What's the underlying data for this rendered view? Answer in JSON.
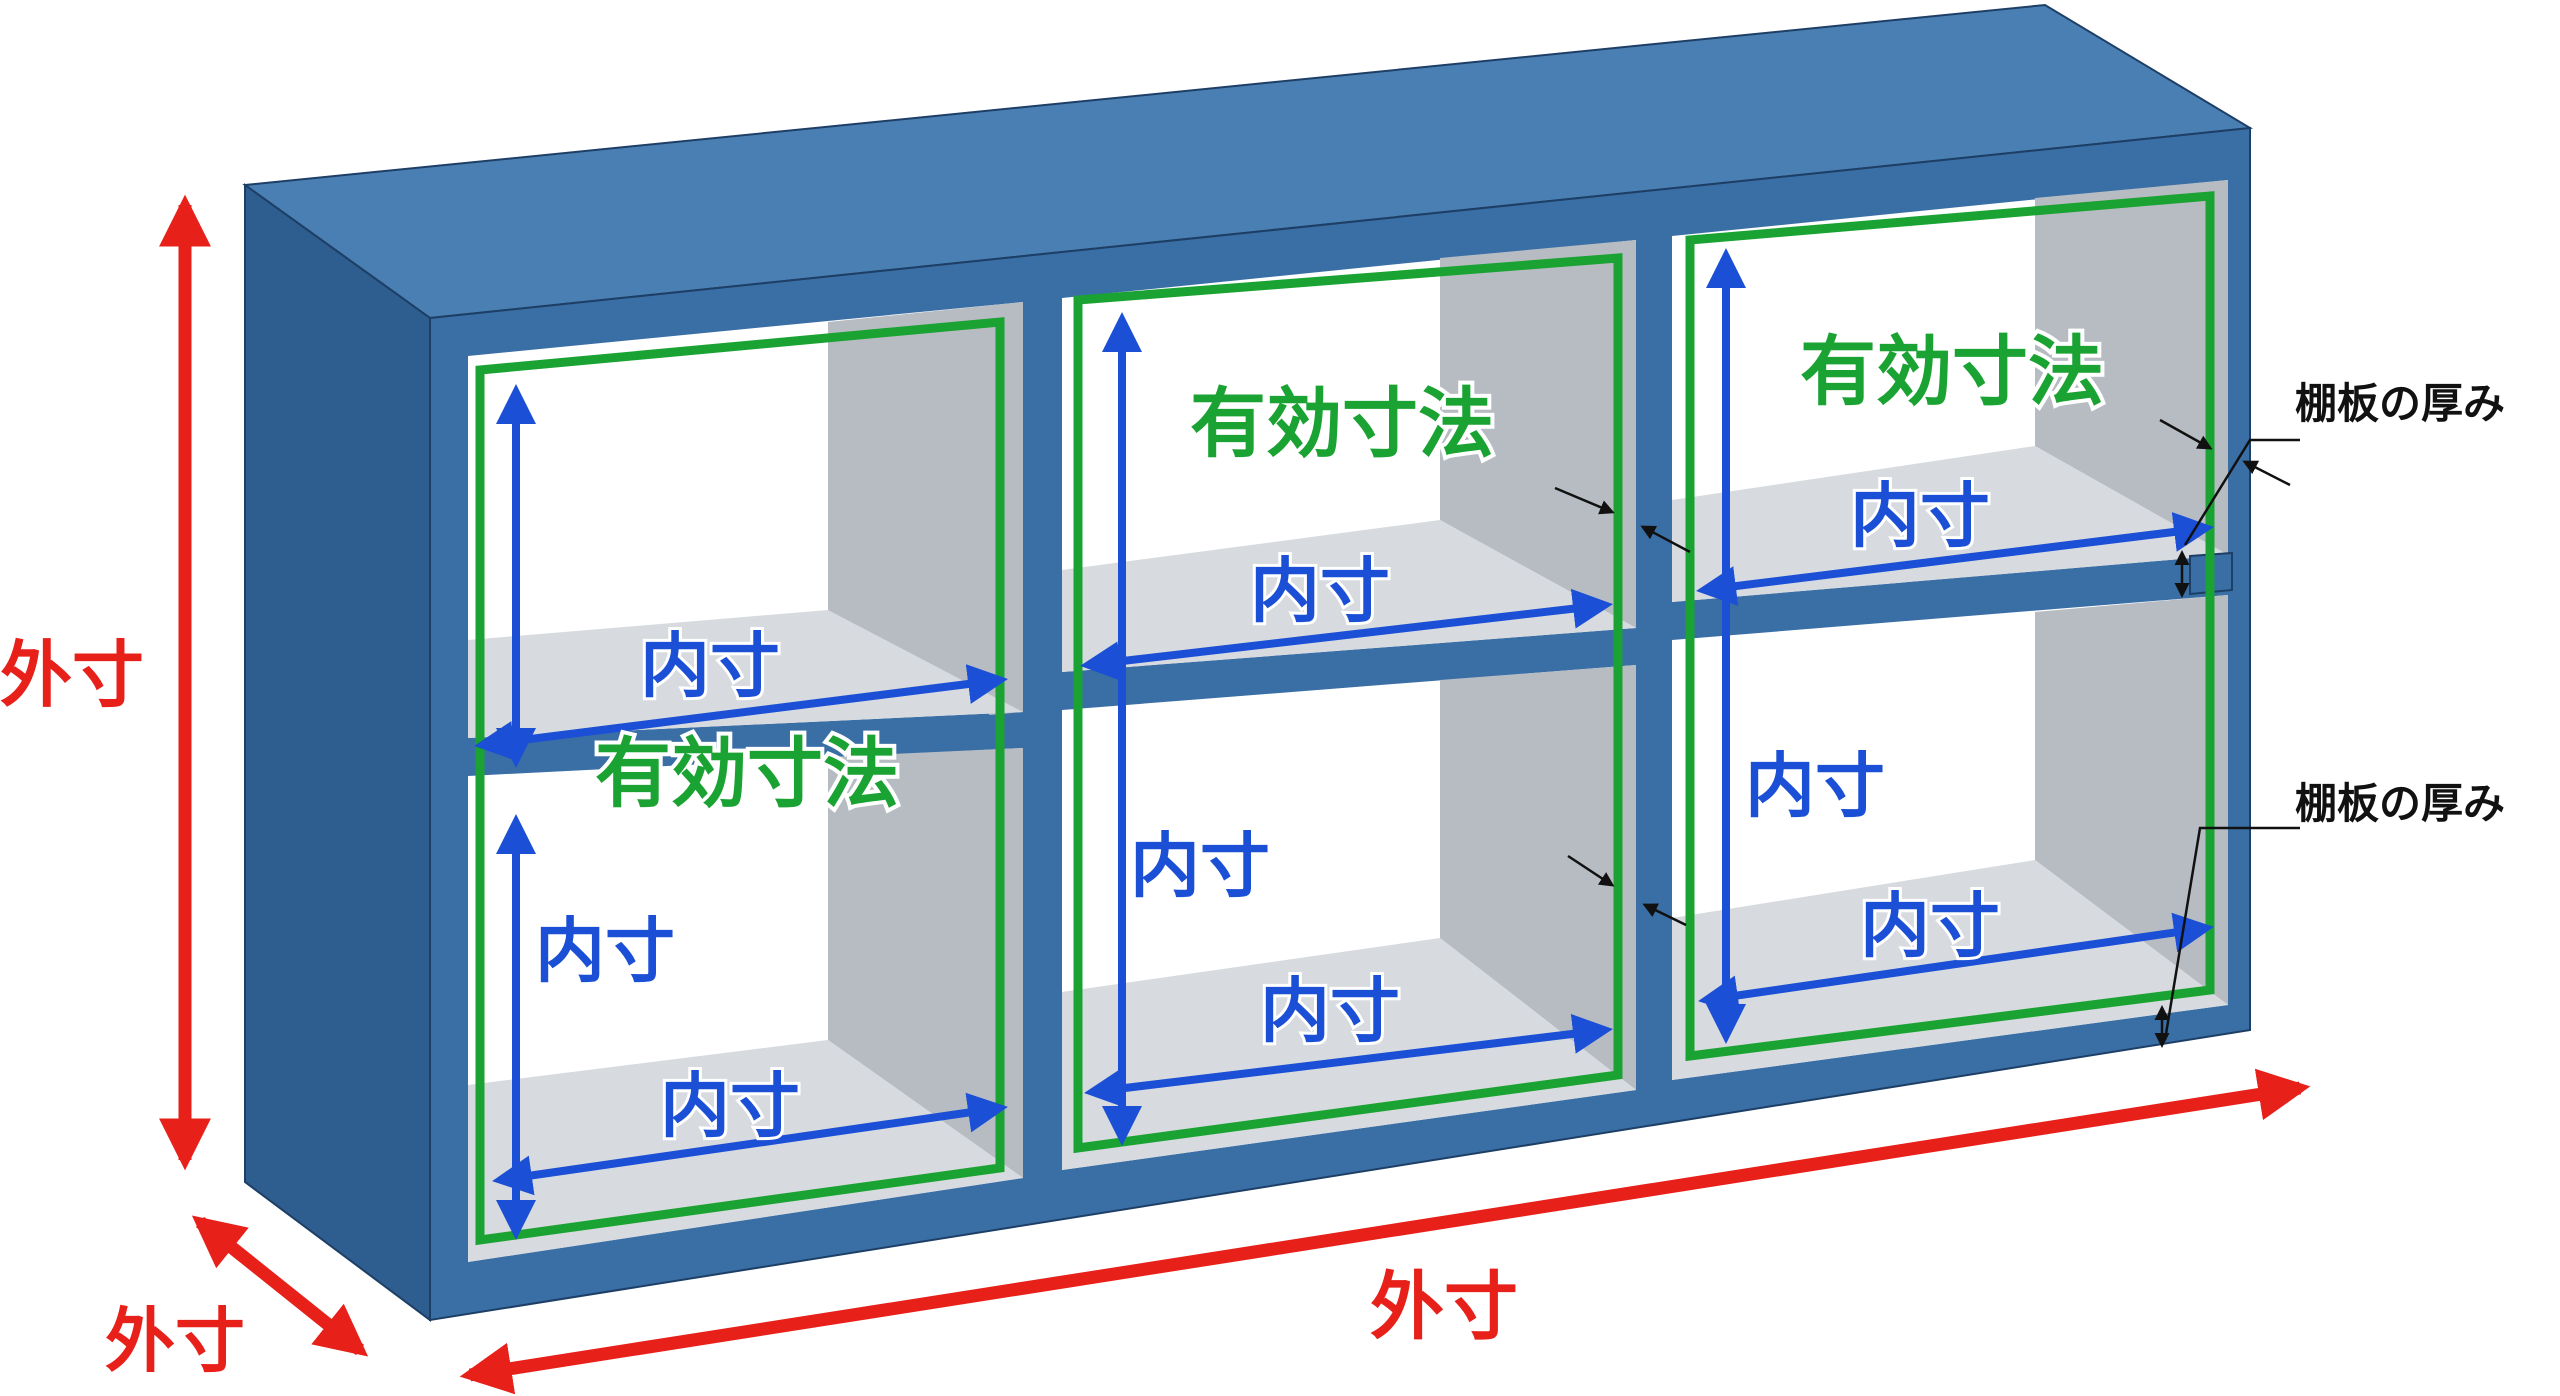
{
  "labels": {
    "outer": "外寸",
    "inner": "内寸",
    "effective": "有効寸法",
    "shelf_thickness": "棚板の厚み"
  },
  "colors": {
    "cabinet_front": "#3a6fa6",
    "cabinet_top": "#4a7fb4",
    "cabinet_side": "#2e5d8f",
    "back_panel": "#ffffff",
    "side_wall": "#b7bcc3",
    "shelf_surface": "#d7dade",
    "outer_dim": "#e8201a",
    "inner_dim": "#1a4fd6",
    "effective_dim": "#1aa332"
  }
}
